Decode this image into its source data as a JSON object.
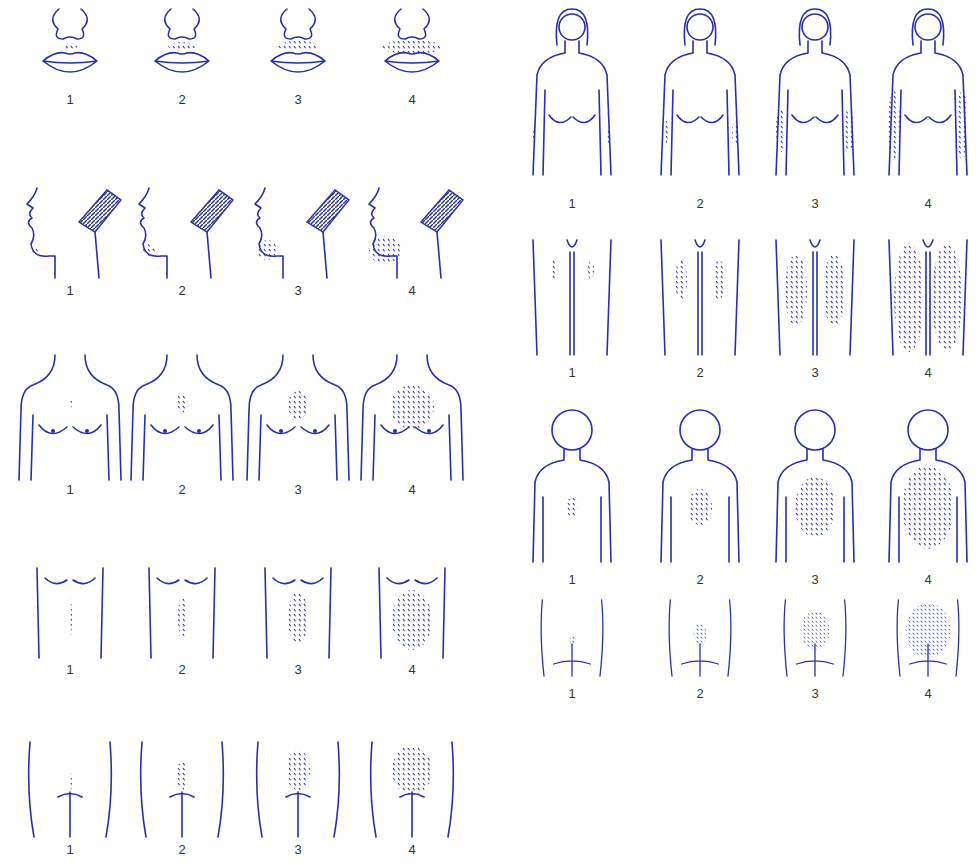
{
  "diagram": {
    "labels": [
      "1",
      "2",
      "3",
      "4",
      "1",
      "2",
      "3",
      "4",
      "1",
      "2",
      "3",
      "4",
      "1",
      "2",
      "3",
      "4",
      "1",
      "2",
      "3",
      "4",
      "1",
      "2",
      "3",
      "4",
      "1",
      "2",
      "3",
      "4",
      "1",
      "2",
      "3",
      "4",
      "1",
      "2",
      "3",
      "4"
    ]
  }
}
